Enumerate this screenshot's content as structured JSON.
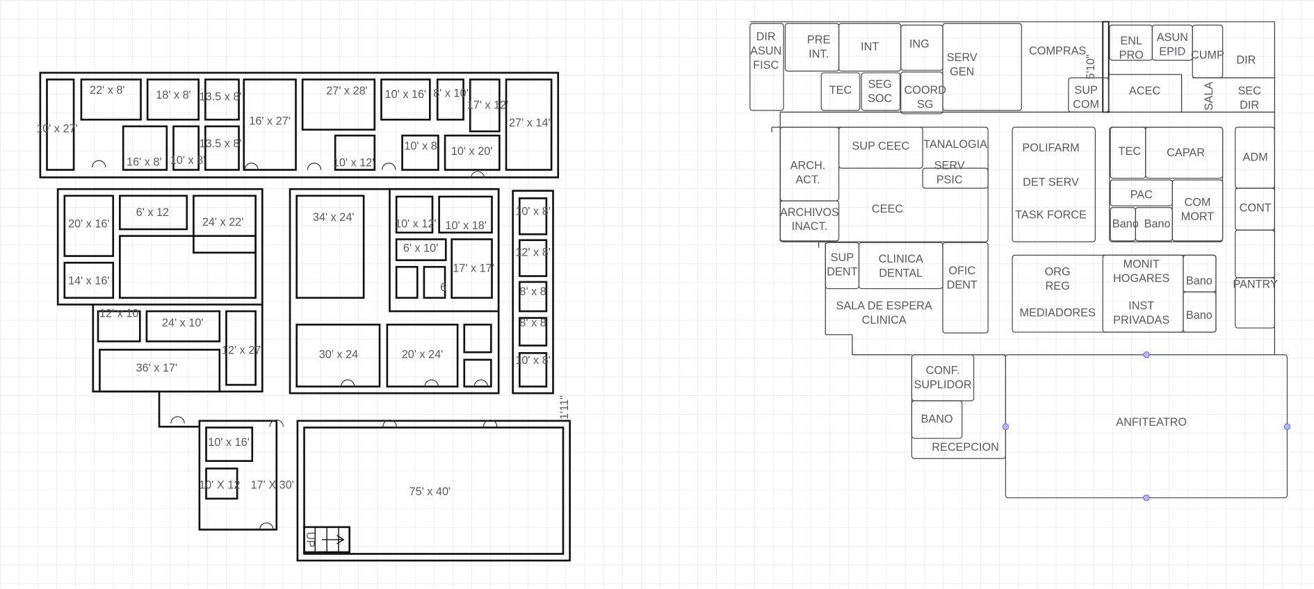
{
  "left_plan": {
    "labels": {
      "r10x27": "10' x 27'",
      "r22x8": "22' x 8'",
      "r18x8": "18' x 8'",
      "r135a": "13.5 x 8'",
      "r135b": "13.5 x 8'",
      "r16x27": "16' x 27'",
      "r16x8": "16' x 8'",
      "r10x8a": "10' x 8'",
      "r27x28": "27' x 28'",
      "r10x12a": "10' x 12'",
      "r10x16a": "10' x 16'",
      "r8x10": "8' x 10'",
      "r17x12": "17' x 12'",
      "r27x14": "27' x 14'",
      "r10x8b": "10' x 8",
      "r10x20": "10' x 20'",
      "r20x16": "20' x 16'",
      "r14x16": "14' x 16'",
      "r6x12": "6' x 12",
      "r24x22": "24' x 22'",
      "r12x10": "12' x 10",
      "r24x10": "24' x 10'",
      "r12x27": "12' x 27",
      "r36x17": "36' x 17'",
      "r34x24": "34' x 24'",
      "r10x12b": "10' x 12'",
      "r10x18": "10' x 18'",
      "r6x10": "6' x 10'",
      "r17x17": "17' x 17'",
      "r6": "6",
      "r30x24": "30' x 24",
      "r20x24": "20' x 24'",
      "c10x8a": "10' x 8'",
      "c12x8": "12' x 8'",
      "c8x8a": "8' x 8",
      "c8x8b": "8' x 8",
      "c10x8b": "10' x 8'",
      "r10x16b": "10' x 16'",
      "r10X12": "10' X 12",
      "r17X30": "17' X 30'",
      "r75x40": "75' x 40'",
      "dim111": "1'11\"",
      "up": "UP"
    }
  },
  "right_plan": {
    "labels": {
      "dir_asun_fisc": [
        "DIR",
        "ASUN",
        "FISC"
      ],
      "pre_int": [
        "PRE",
        "INT."
      ],
      "int": [
        "INT"
      ],
      "tec1": [
        "TEC"
      ],
      "seg_soc": [
        "SEG",
        "SOC"
      ],
      "ing": [
        "ING"
      ],
      "coord_sg": [
        "COORD",
        "SG"
      ],
      "serv_gen": [
        "SERV",
        "GEN"
      ],
      "compras": [
        "COMPRAS"
      ],
      "dim510": [
        "5'10\""
      ],
      "sup_com": [
        "SUP",
        "COM"
      ],
      "enl_pro": [
        "ENL",
        "PRO"
      ],
      "asun_epid": [
        "ASUN",
        "EPID"
      ],
      "cump": [
        "CUMP"
      ],
      "dir": [
        "DIR"
      ],
      "acec": [
        "ACEC"
      ],
      "sala": [
        "SALA"
      ],
      "sec_dir": [
        "SEC",
        "DIR"
      ],
      "arch_act": [
        "ARCH.",
        "ACT."
      ],
      "archivos_inact": [
        "ARCHIVOS",
        "INACT."
      ],
      "sup_ceec": [
        "SUP CEEC"
      ],
      "tanalogia": [
        "TANALOGIA"
      ],
      "serv_psic": [
        "SERV",
        "PSIC"
      ],
      "ceec": [
        "CEEC"
      ],
      "polifarm": [
        "POLIFARM"
      ],
      "det_serv": [
        "DET SERV"
      ],
      "task_force": [
        "TASK FORCE"
      ],
      "tec2": [
        "TEC"
      ],
      "capar": [
        "CAPAR"
      ],
      "pac": [
        "PAC"
      ],
      "bano1": [
        "Bano"
      ],
      "bano2": [
        "Bano"
      ],
      "com_mort": [
        "COM",
        "MORT"
      ],
      "adm": [
        "ADM"
      ],
      "cont": [
        "CONT"
      ],
      "pantry": [
        "PANTRY"
      ],
      "sup_dent": [
        "SUP",
        "DENT"
      ],
      "clinica_dental": [
        "CLINICA",
        "DENTAL"
      ],
      "ofic_dent": [
        "OFIC",
        "DENT"
      ],
      "sala_espera": [
        "SALA DE ESPERA",
        "CLINICA"
      ],
      "org_reg": [
        "ORG",
        "REG"
      ],
      "mediadores": [
        "MEDIADORES"
      ],
      "monit_hogares": [
        "MONIT",
        "HOGARES"
      ],
      "inst_privadas": [
        "INST",
        "PRIVADAS"
      ],
      "bano3": [
        "Bano"
      ],
      "bano4": [
        "Bano"
      ],
      "conf_suplidor": [
        "CONF.",
        "SUPLIDOR"
      ],
      "bano5": [
        "BANO"
      ],
      "recepcion": [
        "RECEPCION"
      ],
      "anfiteatro": [
        "ANFITEATRO"
      ]
    },
    "selection_handle_color": "#b8b8ff"
  }
}
